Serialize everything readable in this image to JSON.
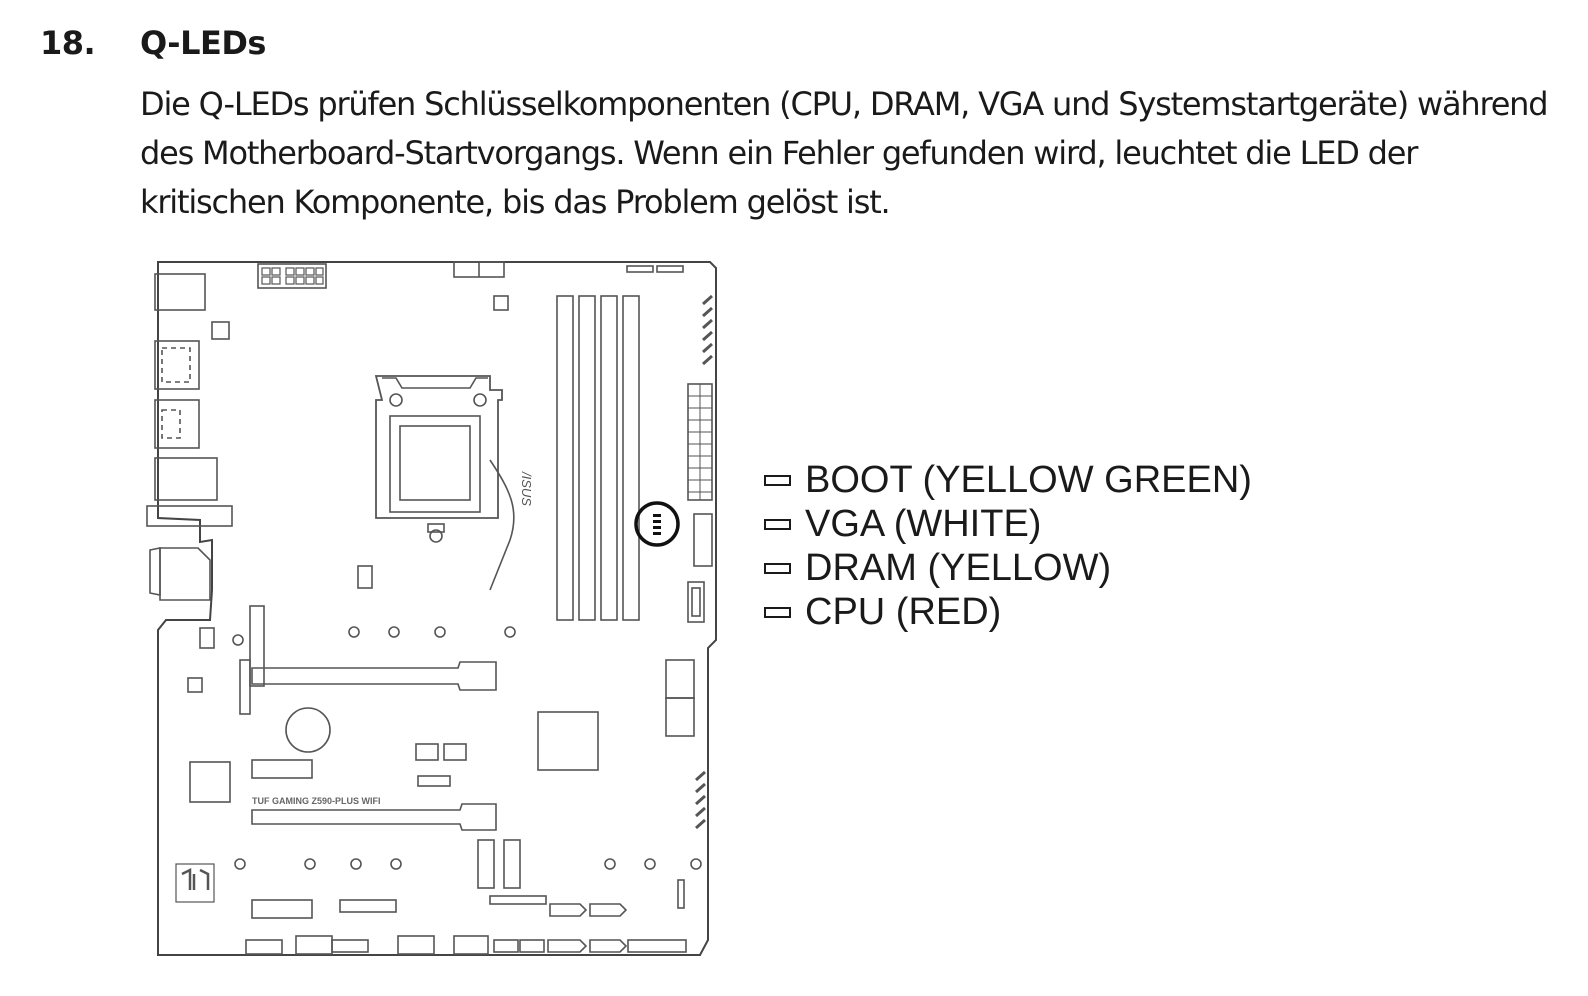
{
  "section": {
    "number": "18.",
    "title": "Q-LEDs",
    "paragraph_lines": [
      "Die Q-LEDs prüfen Schlüsselkomponenten (CPU, DRAM, VGA und Systemstartgeräte) während",
      "des Motherboard-Startvorgangs. Wenn ein Fehler gefunden wird, leuchtet die LED der",
      "kritischen Komponente, bis das Problem gelöst ist."
    ]
  },
  "diagram": {
    "brand_label": "/ISUS",
    "model_label": "TUF GAMING Z590-PLUS WIFI"
  },
  "legend": [
    "BOOT (YELLOW GREEN)",
    "VGA (WHITE)",
    "DRAM (YELLOW)",
    "CPU (RED)"
  ]
}
